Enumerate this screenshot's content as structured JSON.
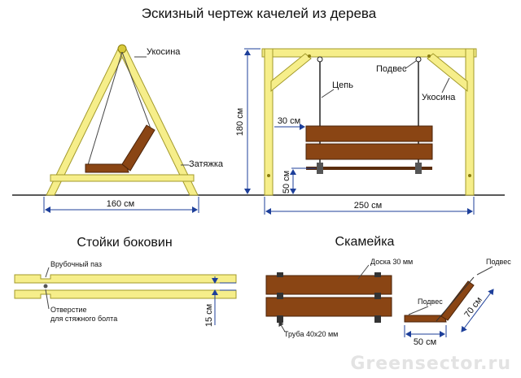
{
  "title": "Эскизный чертеж качелей из дерева",
  "side_view": {
    "label_brace": "Укосина",
    "label_tie": "Затяжка",
    "dim_width": "160 см"
  },
  "front_view": {
    "label_hanger": "Подвес",
    "label_chain": "Цепь",
    "label_brace": "Укосина",
    "dim_height": "180 см",
    "dim_seat_offset": "30 см",
    "dim_seat_height": "50 см",
    "dim_width": "250 см"
  },
  "posts": {
    "title": "Стойки боковин",
    "label_groove": "Врубочный паз",
    "label_hole_1": "Отверстие",
    "label_hole_2": "для стяжного болта",
    "dim_width": "15 см"
  },
  "bench": {
    "title": "Скамейка",
    "label_board": "Доска 30 мм",
    "label_pipe": "Труба 40х20 мм",
    "label_hanger_1": "Подвес",
    "label_hanger_2": "Подвес",
    "dim_back": "70 см",
    "dim_seat": "50 см"
  },
  "watermark": "Greensector.ru",
  "colors": {
    "wood": "#f6ee8a",
    "seat": "#8a4514",
    "dimension_line": "#1d3f9a"
  }
}
